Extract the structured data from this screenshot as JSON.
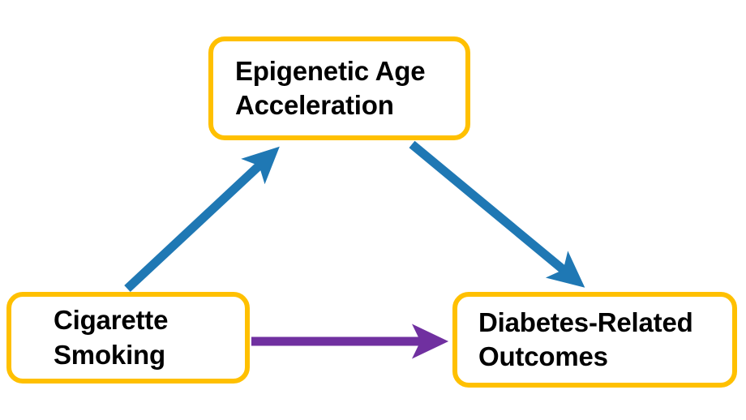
{
  "diagram": {
    "title": "Cigarette Smoking, Epigenetic Age Acceleration and Diabetes-Related Outcomes mediation diagram",
    "background_color": "#FFFFFF",
    "node_border_color": "#FFC000",
    "node_fill_color": "#FFFFFF",
    "node_text_color": "#000000",
    "mediation_arrow_color": "#1F78B4",
    "direct_arrow_color": "#7030A0",
    "nodes": [
      {
        "id": "epigenetic-age-acceleration",
        "line1": "Epigenetic Age",
        "line2": "Acceleration"
      },
      {
        "id": "cigarette-smoking",
        "line1": "Cigarette",
        "line2": "Smoking"
      },
      {
        "id": "diabetes-related-outcomes",
        "line1": "Diabetes-Related",
        "line2": "Outcomes"
      }
    ],
    "arrows": [
      {
        "id": "smoking-to-epigenetic",
        "from": "cigarette-smoking",
        "to": "epigenetic-age-acceleration",
        "color": "#1F78B4",
        "direction": "up-right"
      },
      {
        "id": "epigenetic-to-diabetes",
        "from": "epigenetic-age-acceleration",
        "to": "diabetes-related-outcomes",
        "color": "#1F78B4",
        "direction": "down-right"
      },
      {
        "id": "smoking-to-diabetes",
        "from": "cigarette-smoking",
        "to": "diabetes-related-outcomes",
        "color": "#7030A0",
        "direction": "right"
      }
    ]
  }
}
